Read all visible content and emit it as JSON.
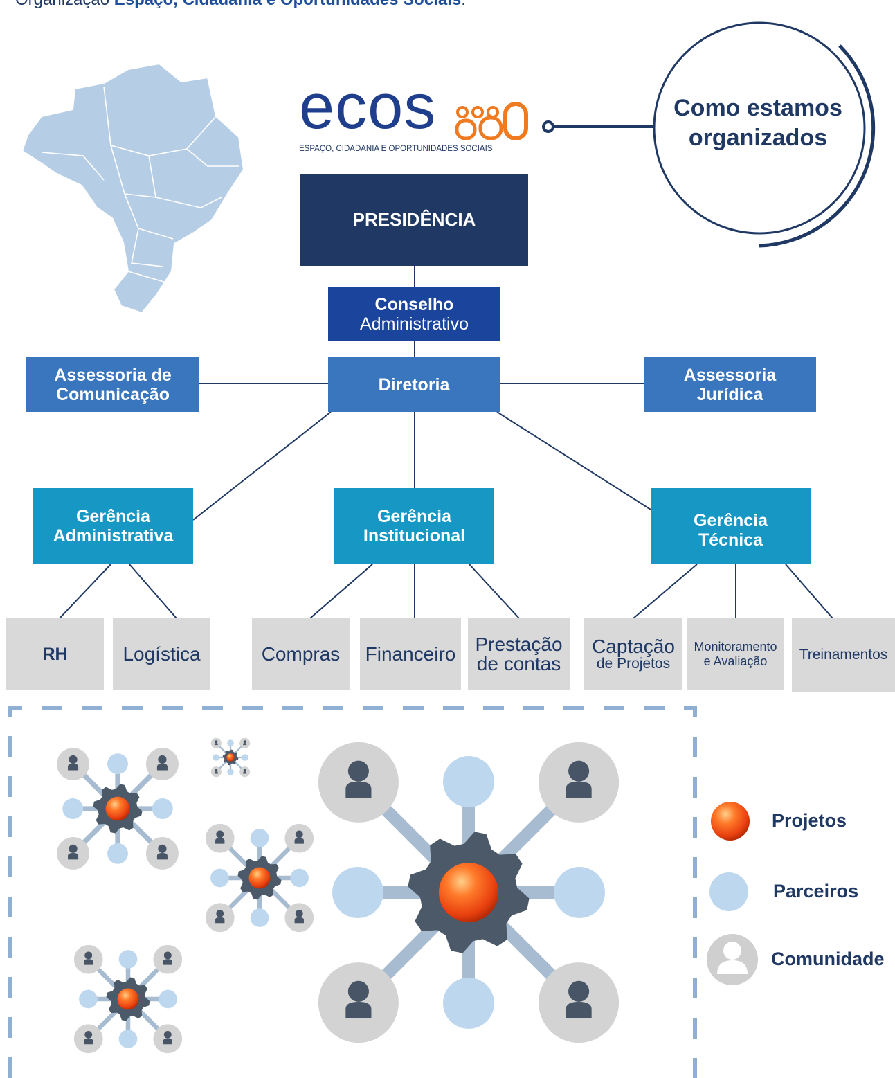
{
  "header": {
    "prefix": "Organização ",
    "org_name": "Espaço, Cidadania e Oportunidades Sociais",
    "suffix": "."
  },
  "logo": {
    "wordmark": "ecos",
    "tagline": "ESPAÇO, CIDADANIA E OPORTUNIDADES SOCIAIS"
  },
  "badge": {
    "line1": "Como estamos",
    "line2": "organizados"
  },
  "org_chart": {
    "presidencia": "PRESIDÊNCIA",
    "conselho": {
      "line1": "Conselho",
      "line2": "Administrativo"
    },
    "diretoria": "Diretoria",
    "assessoria_comunicacao": {
      "line1": "Assessoria de",
      "line2": "Comunicação"
    },
    "assessoria_juridica": {
      "line1": "Assessoria",
      "line2": "Jurídica"
    },
    "gerencia_administrativa": {
      "line1": "Gerência",
      "line2": "Administrativa"
    },
    "gerencia_institucional": {
      "line1": "Gerência",
      "line2": "Institucional"
    },
    "gerencia_tecnica": {
      "line1": "Gerência",
      "line2": "Técnica"
    },
    "areas": {
      "rh": "RH",
      "logistica": "Logística",
      "compras": "Compras",
      "financeiro": "Financeiro",
      "prestacao": {
        "line1": "Prestação",
        "line2": "de contas"
      },
      "captacao": {
        "line1": "Captação",
        "line2": "de Projetos"
      },
      "monitoramento": {
        "line1": "Monitoramento",
        "line2": "e Avaliação"
      },
      "treinamentos": "Treinamentos"
    }
  },
  "legend": {
    "projetos": "Projetos",
    "parceiros": "Parceiros",
    "comunidade": "Comunidade"
  },
  "colors": {
    "navy": "#1f3864",
    "royal": "#1b449c",
    "mid_blue": "#3a76bd",
    "teal": "#1797c3",
    "gray": "#d9d9d9",
    "partner": "#bdd7ee",
    "gear": "#4b5968",
    "project": "#f05a1a"
  },
  "icons": [
    "brazil-map-icon",
    "gear-icon",
    "person-icon",
    "partner-dot-icon",
    "project-sphere-icon"
  ]
}
